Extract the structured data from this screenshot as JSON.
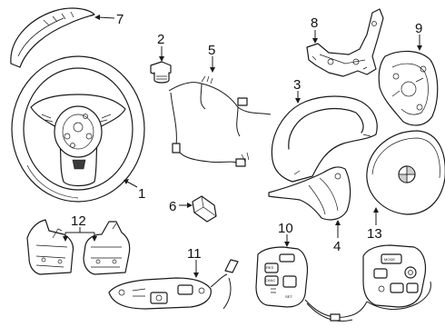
{
  "callouts": {
    "c1": "1",
    "c2": "2",
    "c3": "3",
    "c4": "4",
    "c5": "5",
    "c6": "6",
    "c7": "7",
    "c8": "8",
    "c9": "9",
    "c10": "10",
    "c11": "11",
    "c12": "12",
    "c13": "13"
  },
  "button_labels": {
    "res": "RES",
    "canc": "CANC",
    "set": "SET",
    "mode": "MODE"
  },
  "colors": {
    "line": "#1a1a1a",
    "background": "#ffffff"
  }
}
